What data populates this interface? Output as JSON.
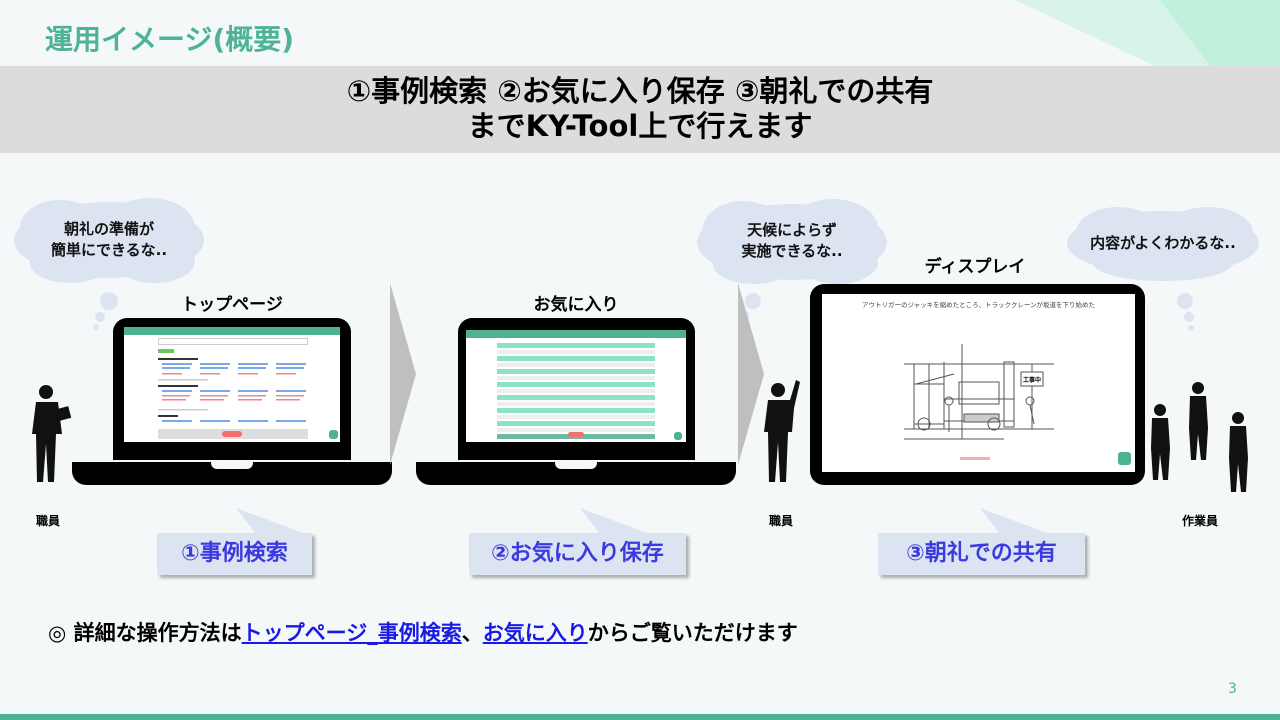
{
  "slide_title": "運用イメージ(概要)",
  "headline": {
    "line1": "①事例検索 ②お気に入り保存 ③朝礼での共有",
    "line2": "までKY-Tool上で行えます"
  },
  "thoughts": {
    "cloud1": [
      "朝礼の準備が",
      "簡単にできるな.."
    ],
    "cloud2": [
      "天候によらず",
      "実施できるな.."
    ],
    "cloud3": [
      "内容がよくわかるな.."
    ]
  },
  "screens": {
    "top_page": "トップページ",
    "favorites": "お気に入り",
    "display": "ディスプレイ",
    "display_caption": "アウトリガーのジャッキを縮めたところ、トラッククレーンが坂道を下り始めた",
    "display_sign": "工事中"
  },
  "people": {
    "staff1": "職員",
    "staff2": "職員",
    "workers": "作業員"
  },
  "steps": [
    "①事例検索",
    "②お気に入り保存",
    "③朝礼での共有"
  ],
  "note": {
    "prefix": "◎ 詳細な操作方法は",
    "link1": "トップページ_事例検索",
    "sep": "、",
    "link2": "お気に入り",
    "suffix": "からご覧いただけます"
  },
  "page_number": "3",
  "colors": {
    "accent": "#4db394",
    "band": "#dcdcdc",
    "step_text": "#3a3ae0",
    "link": "#1a1ae6"
  }
}
